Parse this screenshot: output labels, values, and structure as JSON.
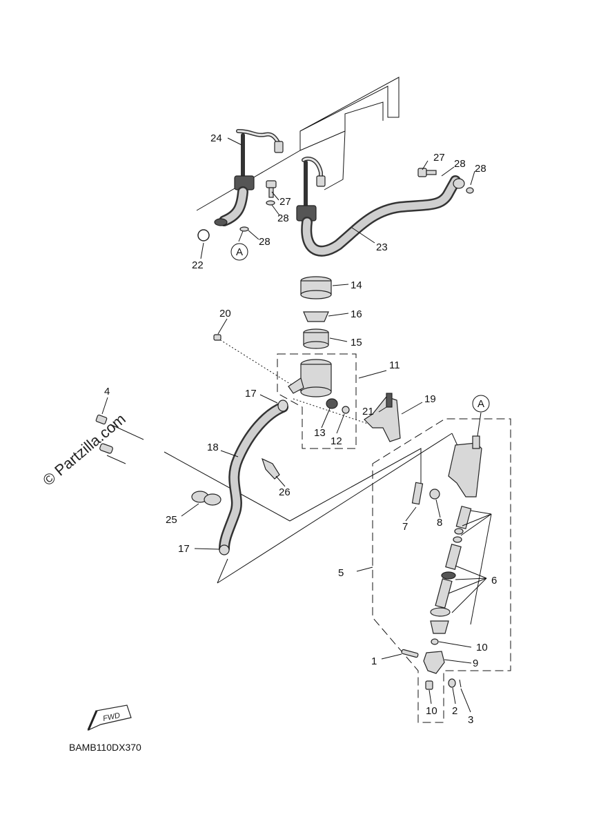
{
  "diagram": {
    "code": "BAMB110DX370",
    "watermark": "© Partzilla.com",
    "fwd_label": "FWD",
    "ref_marker": "A",
    "callouts": {
      "p1": "1",
      "p2": "2",
      "p3": "3",
      "p4": "4",
      "p5": "5",
      "p6": "6",
      "p7": "7",
      "p8": "8",
      "p9": "9",
      "p10a": "10",
      "p10b": "10",
      "p11": "11",
      "p12": "12",
      "p13": "13",
      "p14": "14",
      "p15": "15",
      "p16": "16",
      "p17a": "17",
      "p17b": "17",
      "p18": "18",
      "p19": "19",
      "p20": "20",
      "p21": "21",
      "p22": "22",
      "p23": "23",
      "p24": "24",
      "p25": "25",
      "p26": "26",
      "p27a": "27",
      "p27b": "27",
      "p28a": "28",
      "p28b": "28",
      "p28c": "28",
      "p28d": "28"
    }
  }
}
